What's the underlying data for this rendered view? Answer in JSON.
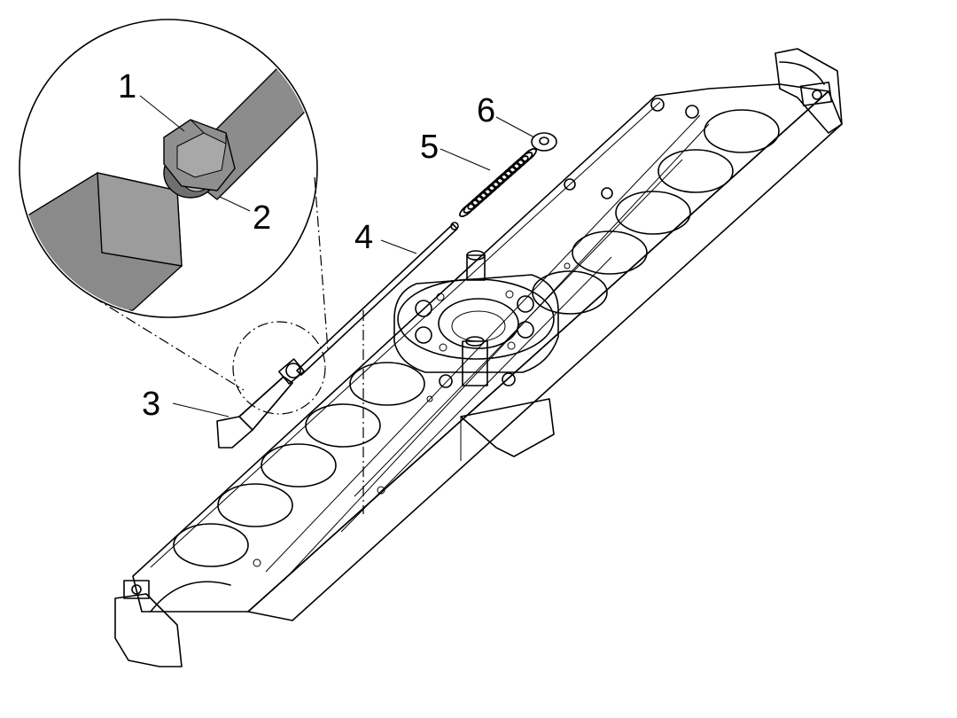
{
  "figure": {
    "callouts": [
      {
        "id": "1",
        "label": "1"
      },
      {
        "id": "2",
        "label": "2"
      },
      {
        "id": "3",
        "label": "3"
      },
      {
        "id": "4",
        "label": "4"
      },
      {
        "id": "5",
        "label": "5"
      },
      {
        "id": "6",
        "label": "6"
      }
    ],
    "colors": {
      "line": "#000000",
      "background": "#ffffff",
      "part_dark": "#8a8a8a",
      "part_mid": "#a6a6a6",
      "part_light": "#c4c4c4"
    }
  }
}
